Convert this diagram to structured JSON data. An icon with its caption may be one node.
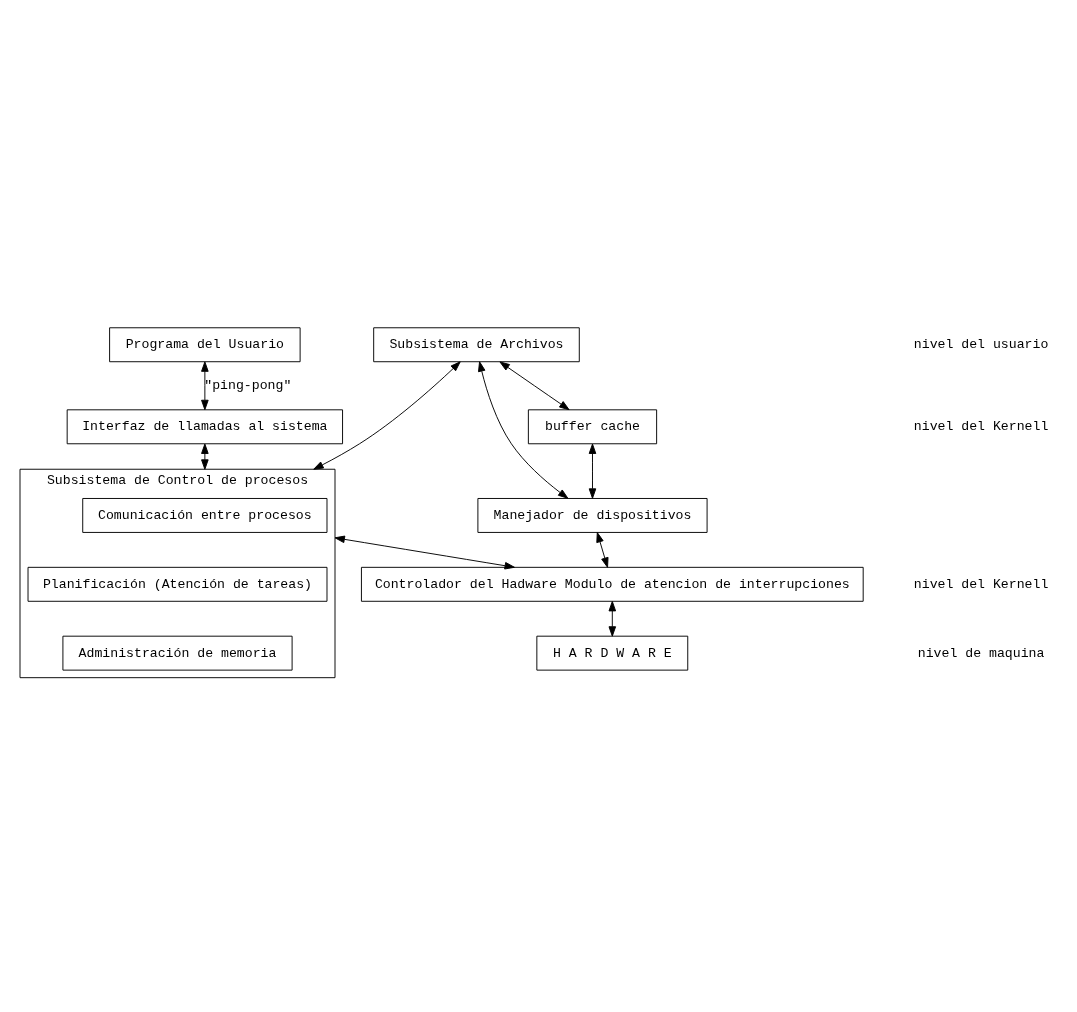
{
  "diagram": {
    "nodes": [
      {
        "text": [
          "Programa del Usuario"
        ]
      },
      {
        "text": [
          "Interfaz de llamadas al sistema"
        ]
      },
      {
        "text": [
          "Subsistema de Archivos"
        ]
      },
      {
        "text": [
          "buffer cache"
        ]
      },
      {
        "text": [
          "Manejador de dispositivos"
        ]
      },
      {
        "text": [
          "Subsistema de Control de procesos"
        ]
      },
      {
        "text": [
          "Comunicación entre procesos"
        ],
        "in": 5
      },
      {
        "text": [
          "Planificación (Atención de tareas)"
        ],
        "in": 5
      },
      {
        "text": [
          "Administración de memoria"
        ],
        "in": 5
      },
      {
        "text": [
          "Controlador del Hadware Modulo de atencion de interrupciones"
        ]
      },
      {
        "text": [
          "H A R D W A R E"
        ]
      }
    ],
    "edges": [
      {
        "from": 0,
        "to": 1,
        "arrow": "both",
        "label": "\"ping-pong\""
      },
      {
        "from": 1,
        "to": 5,
        "arrow": "both"
      },
      {
        "from": 2,
        "to": 5,
        "arrow": "both"
      },
      {
        "from": 2,
        "to": 3,
        "arrow": "both"
      },
      {
        "from": 3,
        "to": 4,
        "arrow": "both"
      },
      {
        "from": 2,
        "to": 4,
        "arrow": "both"
      },
      {
        "from": 4,
        "to": 9,
        "arrow": "both"
      },
      {
        "from": 5,
        "to": 9,
        "arrow": "both"
      },
      {
        "from": 9,
        "to": 10,
        "arrow": "both"
      }
    ],
    "labels": [
      "nivel del usuario",
      "nivel del Kernell",
      "nivel del Kernell",
      "nivel de maquina"
    ]
  }
}
